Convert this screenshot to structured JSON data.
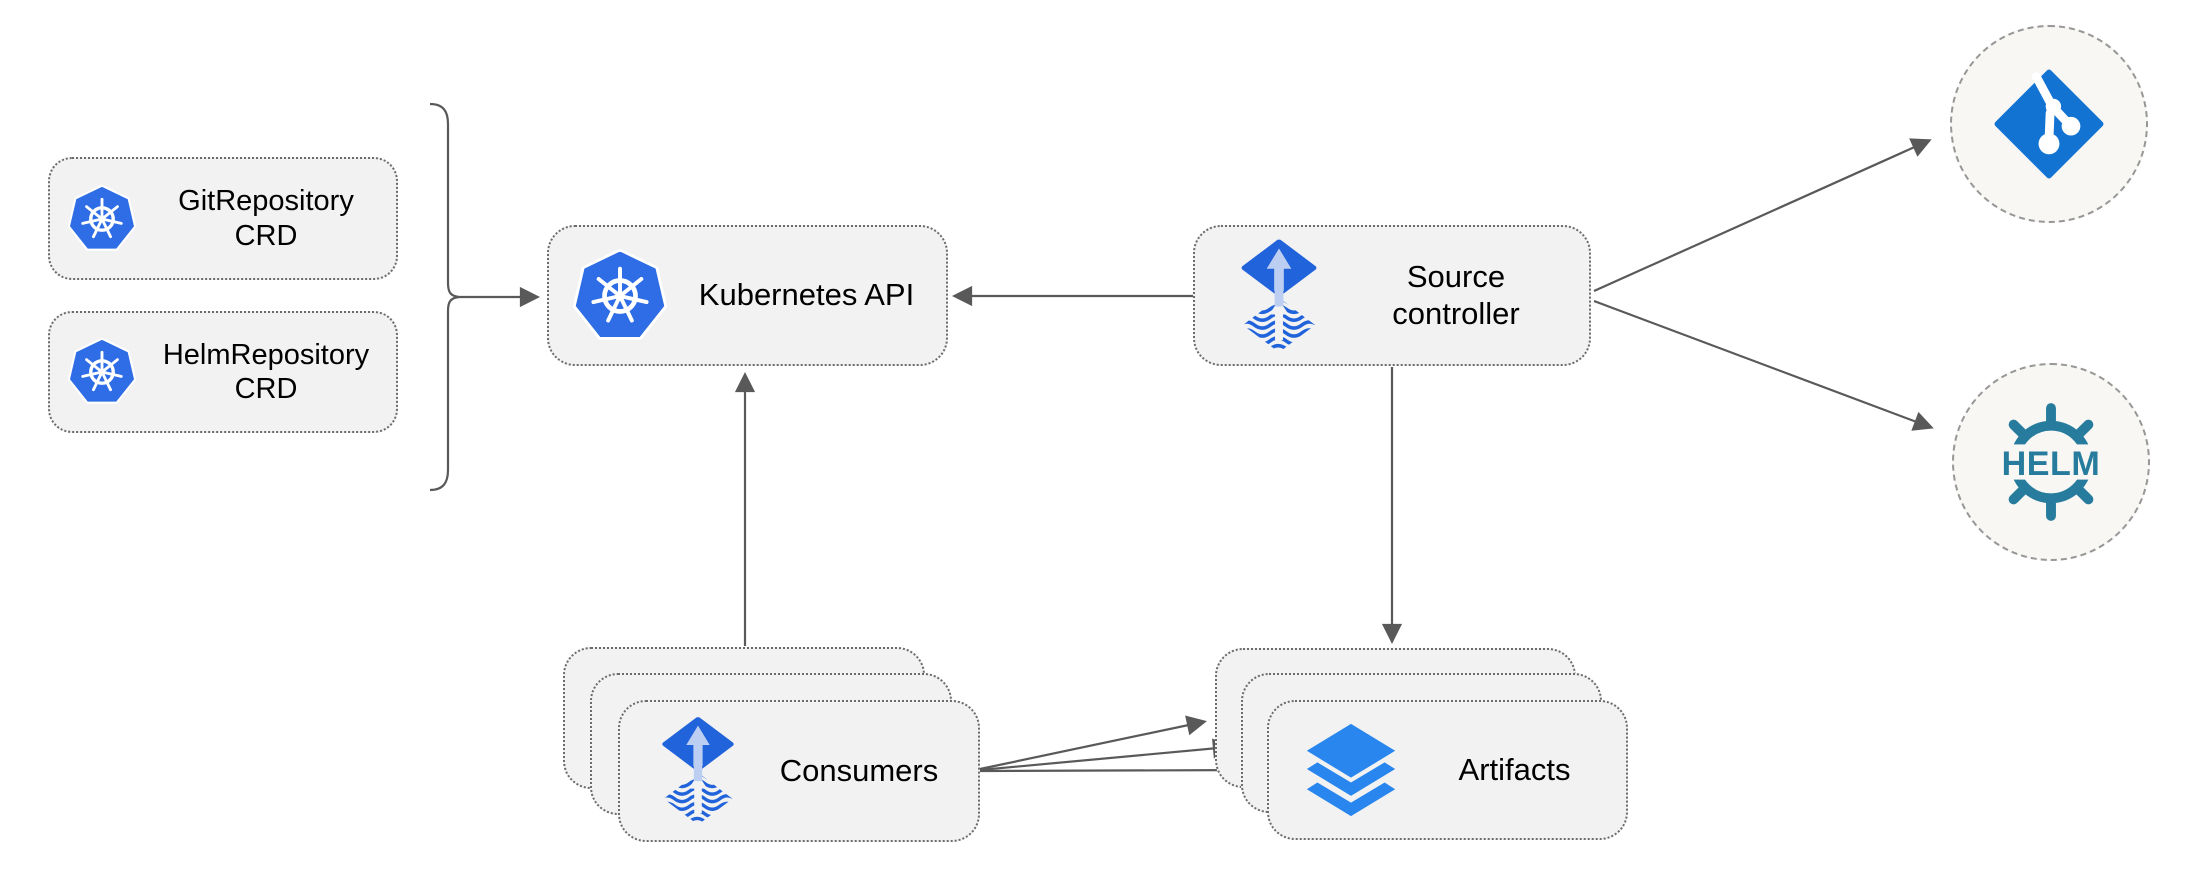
{
  "diagram": {
    "nodes": {
      "git_repository_crd": {
        "label": "GitRepository\nCRD",
        "icon": "kubernetes-icon"
      },
      "helm_repository_crd": {
        "label": "HelmRepository\nCRD",
        "icon": "kubernetes-icon"
      },
      "kubernetes_api": {
        "label": "Kubernetes API",
        "icon": "kubernetes-icon"
      },
      "source_controller": {
        "label": "Source\ncontroller",
        "icon": "flux-source-icon"
      },
      "consumers": {
        "label": "Consumers",
        "icon": "flux-source-icon",
        "stack_count": 3
      },
      "artifacts": {
        "label": "Artifacts",
        "icon": "layers-icon",
        "stack_count": 3
      },
      "git": {
        "label": "",
        "icon": "git-icon"
      },
      "helm": {
        "label": "HELM",
        "icon": "helm-icon"
      }
    },
    "edges": [
      {
        "from": "git_repository_crd + helm_repository_crd (bracket)",
        "to": "kubernetes_api"
      },
      {
        "from": "source_controller",
        "to": "kubernetes_api"
      },
      {
        "from": "consumers",
        "to": "kubernetes_api"
      },
      {
        "from": "source_controller",
        "to": "artifacts"
      },
      {
        "from": "source_controller",
        "to": "git"
      },
      {
        "from": "source_controller",
        "to": "helm"
      },
      {
        "from": "consumers",
        "to": "artifacts",
        "count": 3
      }
    ],
    "colors": {
      "kubernetes_blue": "#2E6DE5",
      "flux_blue": "#2163DA",
      "flux_light_blue": "#BCCFF3",
      "git_blue": "#1273D2",
      "helm_teal": "#277C9E",
      "layers_blue": "#2886EE",
      "arrow_gray": "#595959",
      "node_fill": "#F2F2F2",
      "node_border": "#6B6B6B",
      "circle_fill": "#F8F7F4",
      "circle_border": "#979797",
      "label_color": "#000000"
    }
  }
}
